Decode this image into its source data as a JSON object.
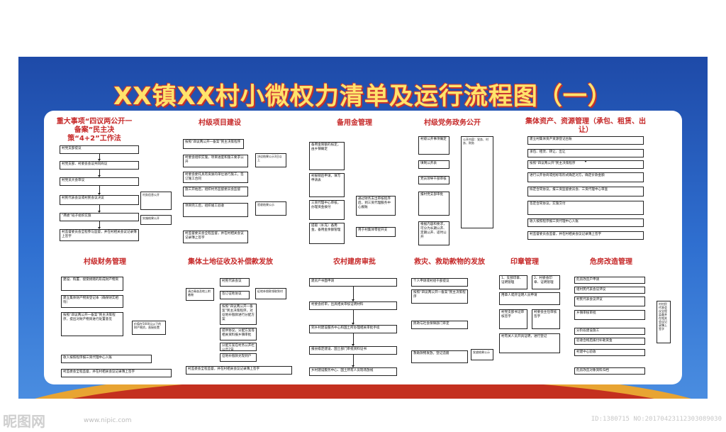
{
  "title": "XX镇XX村小微权力清单及运行流程图（一）",
  "watermark": {
    "logo": "昵图网",
    "url": "www.nipic.com",
    "id": "ID:1380715 NO:20170423112303089030"
  },
  "colors": {
    "board": "#2f6fd0",
    "title": "#ffe46b",
    "section_title": "#c62828",
    "wave_orange": "#e8a432",
    "wave_red": "#c4301f"
  },
  "sections": {
    "major": {
      "title": "重大事项“四议两公开一备案”民主决策“4+2”工作法",
      "steps": [
        "村党支部提议",
        "村党支部、村委会会议共同商议",
        "村党员大会审议",
        "村民代表会议或村民会议决议",
        "“两委”班子组织实施",
        "村监督委员会全程参与监督，并在村相关会议记录簿上签字"
      ],
      "notes": [
        "村务信息公开",
        "实施结果公开"
      ]
    },
    "project": {
      "title": "村级项目建设",
      "steps": [
        "按照“四议两公开一备案”民主决策程序",
        "村委会组织实施，项目进度和施工要求公开",
        "村委会委托具有资质的单位进行施工，签订施工合同",
        "施工开始后，组织村务监督委员会监督",
        "项目完工后，组织竣工验收",
        "村监督委员会全程监督，并在村相关会议记录簿上签字"
      ],
      "notes": [
        "决议结果公示3日以上",
        "验收结果公示"
      ]
    },
    "reserve": {
      "title": "备用金管理",
      "steps": [
        "备用金限额的核定，由乡镇确定",
        "村报销后申请，填写申请表",
        "三资代理中心审核，办理资金拨付",
        "提取（补充）备用金，备用金余额管理",
        "用于村集体零星开支"
      ],
      "notes": [
        "通过财务支出审核程序后，到三资代理服务中心报账"
      ]
    },
    "party": {
      "title": "村级党务政务公开",
      "steps": [
        "村级公开事项确定",
        "填制公开表",
        "党员领导干部审核",
        "报村党支部审批",
        "根据内容和要求，可分为长期公开、定期公开、适时公开"
      ],
      "notes": [
        "公开内容：党务、村务、财务"
      ]
    },
    "assets": {
      "title": "集体资产、资源管理（承包、租赁、出让）",
      "steps": [
        "建立村集体资产资源登记台账",
        "承包、租赁、转让、出让",
        "按照“四议两公开”民主决策程序",
        "进行公开协商或招标等形式确定对方，确定价款金额",
        "拟定合同协议，报三资监督委员会、三资代理中心审查",
        "签定合同协议，实施交付",
        "收入按照程序报三资代理中心入账",
        "村监督委员会监督，并在村相关会议记录簿上签字"
      ]
    },
    "finance": {
      "title": "村级财务管理",
      "steps": [
        "建设、购置、接受捐赠的形成财产物资",
        "建立集体财产物资登记本（确保财实相符）",
        "按照“四议两公开一备案”民主决策程序，提出对财产物资进行处置意见",
        "收入按照程序报三资代理中心入账",
        "村监委会全程监督，并在村相关会议记录簿上签字"
      ],
      "notes": [
        "价值在5000元以下的财产物资，直接处置"
      ]
    },
    "land": {
      "title": "集体土地征收及补偿款发放",
      "steps": [
        "村民代表会议",
        "签订征地协议",
        "按照“四议两公开一备案”民主决策程序，对征地补偿款进行分配方案",
        "提供协议，分配方案等相关资料报乡镇审批",
        "分配方案在村务公开栏公示7日",
        "征地补偿款兑现到户",
        "村监委会全程监督，并在村相关会议记录簿上签字"
      ],
      "notes": [
        "清点青苗及地上附着物",
        "征地补偿款领取到村"
      ]
    },
    "housing": {
      "title": "农村建房审批",
      "steps": [
        "建房户书面申请",
        "村委会初审，出具相关审核证明材料",
        "到乡村建设服务中心和国土所办理相关审批手续",
        "报县级定建设、国土部门审批资料证书",
        "乡村建设服务中心、国土所有人员现场放线"
      ]
    },
    "relief": {
      "title": "救灾、救助款物的发放",
      "steps": [
        "个人申请或村组干部提议",
        "按照“四议两公开一备案”民主决策程序",
        "民政与社会保障部门审定",
        "救助款物发放，登记造册"
      ],
      "notes": [
        "发放结果公示"
      ]
    },
    "seal": {
      "title": "印章管理",
      "steps": [
        "1、支部印章、证明管理",
        "2、村委会印章、证明管理",
        "用章人或开证明人员申请",
        "村党支部书记审核签字",
        "村委会主任审核签字",
        "村有关人员开具证明，进行登记"
      ]
    },
    "danger": {
      "title": "危房改造管理",
      "steps": [
        "危房改造户申请",
        "组村民代表会议评议",
        "村民代表会议评议",
        "乡镇审核审批",
        "分阶段建设施工",
        "验收合格后拨付补助资金",
        "村建中心验收",
        "危房改造对象资料归档"
      ],
      "notes": [
        "村村民代表会议全程监督并在相关会议记录簿上签字"
      ]
    }
  }
}
